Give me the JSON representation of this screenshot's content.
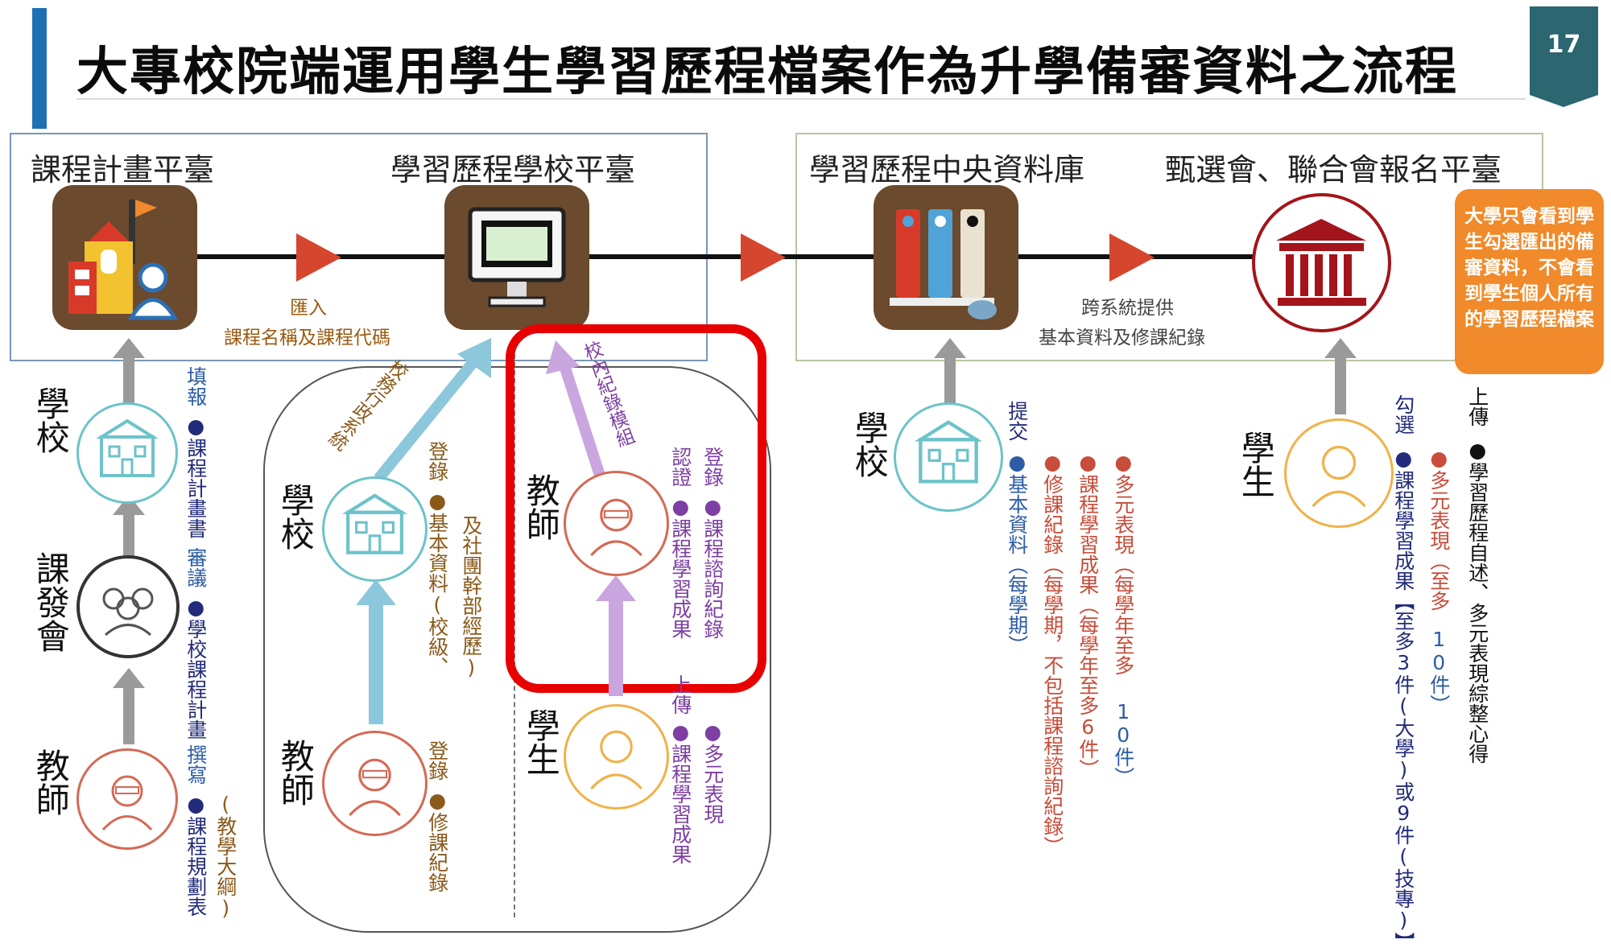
{
  "header": {
    "title": "大專校院端運用學生學習歷程檔案作為升學備審資料之流程",
    "page_number": "17"
  },
  "colors": {
    "accent_blue": "#1f6fb5",
    "badge": "#2c6670",
    "icon_box": "#6b4a2d",
    "flow_arrow": "#d6452d",
    "highlight": "#e80000",
    "note": "#f08a2a"
  },
  "platforms": {
    "course_plan": "課程計畫平臺",
    "school_platform": "學習歷程學校平臺",
    "central_db": "學習歷程中央資料庫",
    "signup": "甄選會、聯合會報名平臺"
  },
  "flow_labels": {
    "import_title": "匯入",
    "import_detail": "課程名稱及課程代碼",
    "cross_title": "跨系統提供",
    "cross_detail": "基本資料及修課紀錄"
  },
  "note": "大學只會看到學生勾選匯出的備審資料，不會看到學生個人所有的學習歷程檔案",
  "left_col": {
    "school": "學校",
    "committee": "課發會",
    "teacher": "教師",
    "school_action": "填報",
    "school_item": "●課程計畫書",
    "committee_action": "審議",
    "committee_item": "●學校課程計畫",
    "teacher_action": "撰寫",
    "teacher_item": "●課程規劃表",
    "teacher_extra": "(教學大綱)"
  },
  "mid_col": {
    "school": "學校",
    "teacher": "教師",
    "arrow_label": "校務行政系統",
    "school_action": "登錄",
    "school_item": "●基本資料(校級、",
    "school_item2": "及社團幹部經歷)",
    "teacher_action": "登錄",
    "teacher_item": "●修課紀錄"
  },
  "red_col": {
    "teacher": "教師",
    "student": "學生",
    "arrow_label": "校內紀錄模組",
    "teacher_action": "登錄",
    "teacher_item1": "●課程諮詢紀錄",
    "teacher_action2": "認證",
    "teacher_item2": "●課程學習成果",
    "student_action": "上傳",
    "student_item1": "●多元表現",
    "student_item2": "●課程學習成果"
  },
  "right_school": {
    "label": "學校",
    "action": "提交",
    "item1": "●基本資料（每學期）",
    "item2": "●修課紀錄（每學期，不包括課程諮詢紀錄）",
    "item3": "●課程學習成果（每學年至多6件）",
    "item4": "●多元表現（每學年至多",
    "item4_num": "10件）"
  },
  "right_student": {
    "label": "學生",
    "action": "勾選",
    "item1": "●課程學習成果【至多3件(大學)或9件(技專)】",
    "item2": "●多元表現（至多",
    "item2_num": "10件）",
    "action2": "上傳",
    "item3": "●學習歷程自述、多元表現綜整心得"
  }
}
